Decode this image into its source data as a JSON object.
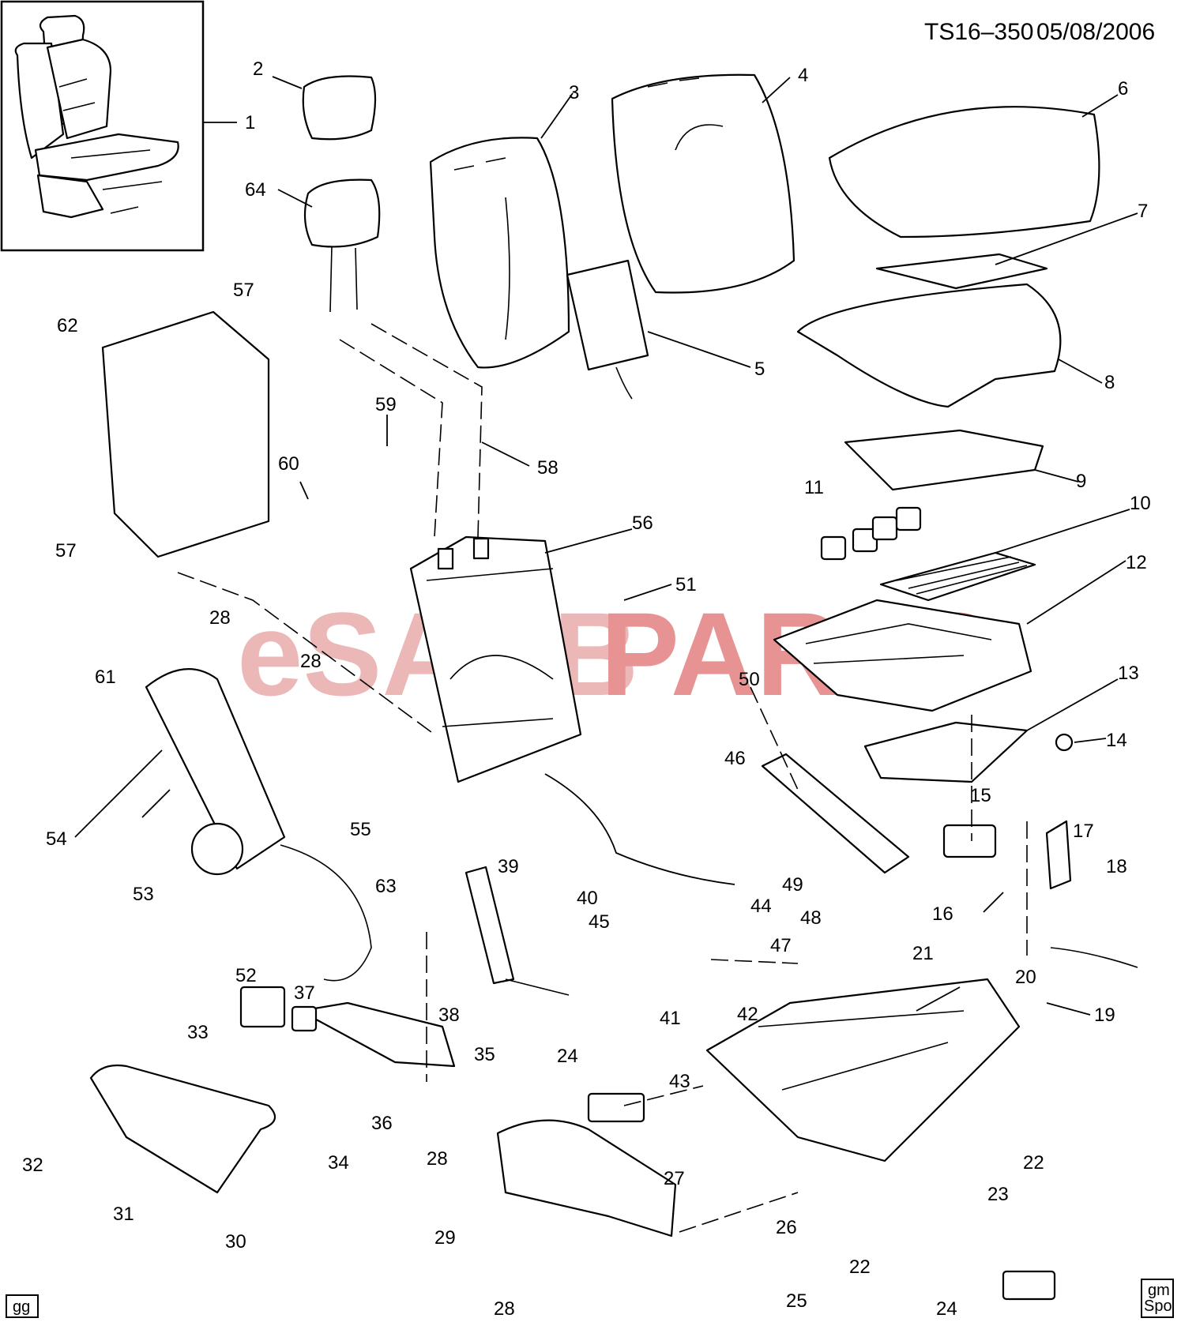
{
  "header": {
    "code": "TS16–350",
    "date": "05/08/2006"
  },
  "watermark": {
    "part1": "eSAAB",
    "part2": "PARTS",
    "color1": "#e6a0a0",
    "color2": "#e07070",
    "color3": "#d9d9d9"
  },
  "footer": {
    "left_badge": "gg",
    "right_badge_top": "gm",
    "right_badge_bottom": "Spo"
  },
  "callouts": [
    "1",
    "2",
    "3",
    "4",
    "5",
    "6",
    "7",
    "8",
    "9",
    "10",
    "11",
    "12",
    "13",
    "14",
    "15",
    "16",
    "17",
    "18",
    "19",
    "20",
    "21",
    "22",
    "22",
    "23",
    "24",
    "24",
    "25",
    "26",
    "27",
    "28",
    "28",
    "28",
    "28",
    "29",
    "30",
    "31",
    "32",
    "33",
    "34",
    "35",
    "36",
    "37",
    "38",
    "39",
    "40",
    "41",
    "42",
    "43",
    "44",
    "45",
    "46",
    "47",
    "48",
    "49",
    "50",
    "51",
    "52",
    "53",
    "54",
    "55",
    "56",
    "57",
    "57",
    "58",
    "59",
    "60",
    "61",
    "62",
    "63",
    "64"
  ]
}
